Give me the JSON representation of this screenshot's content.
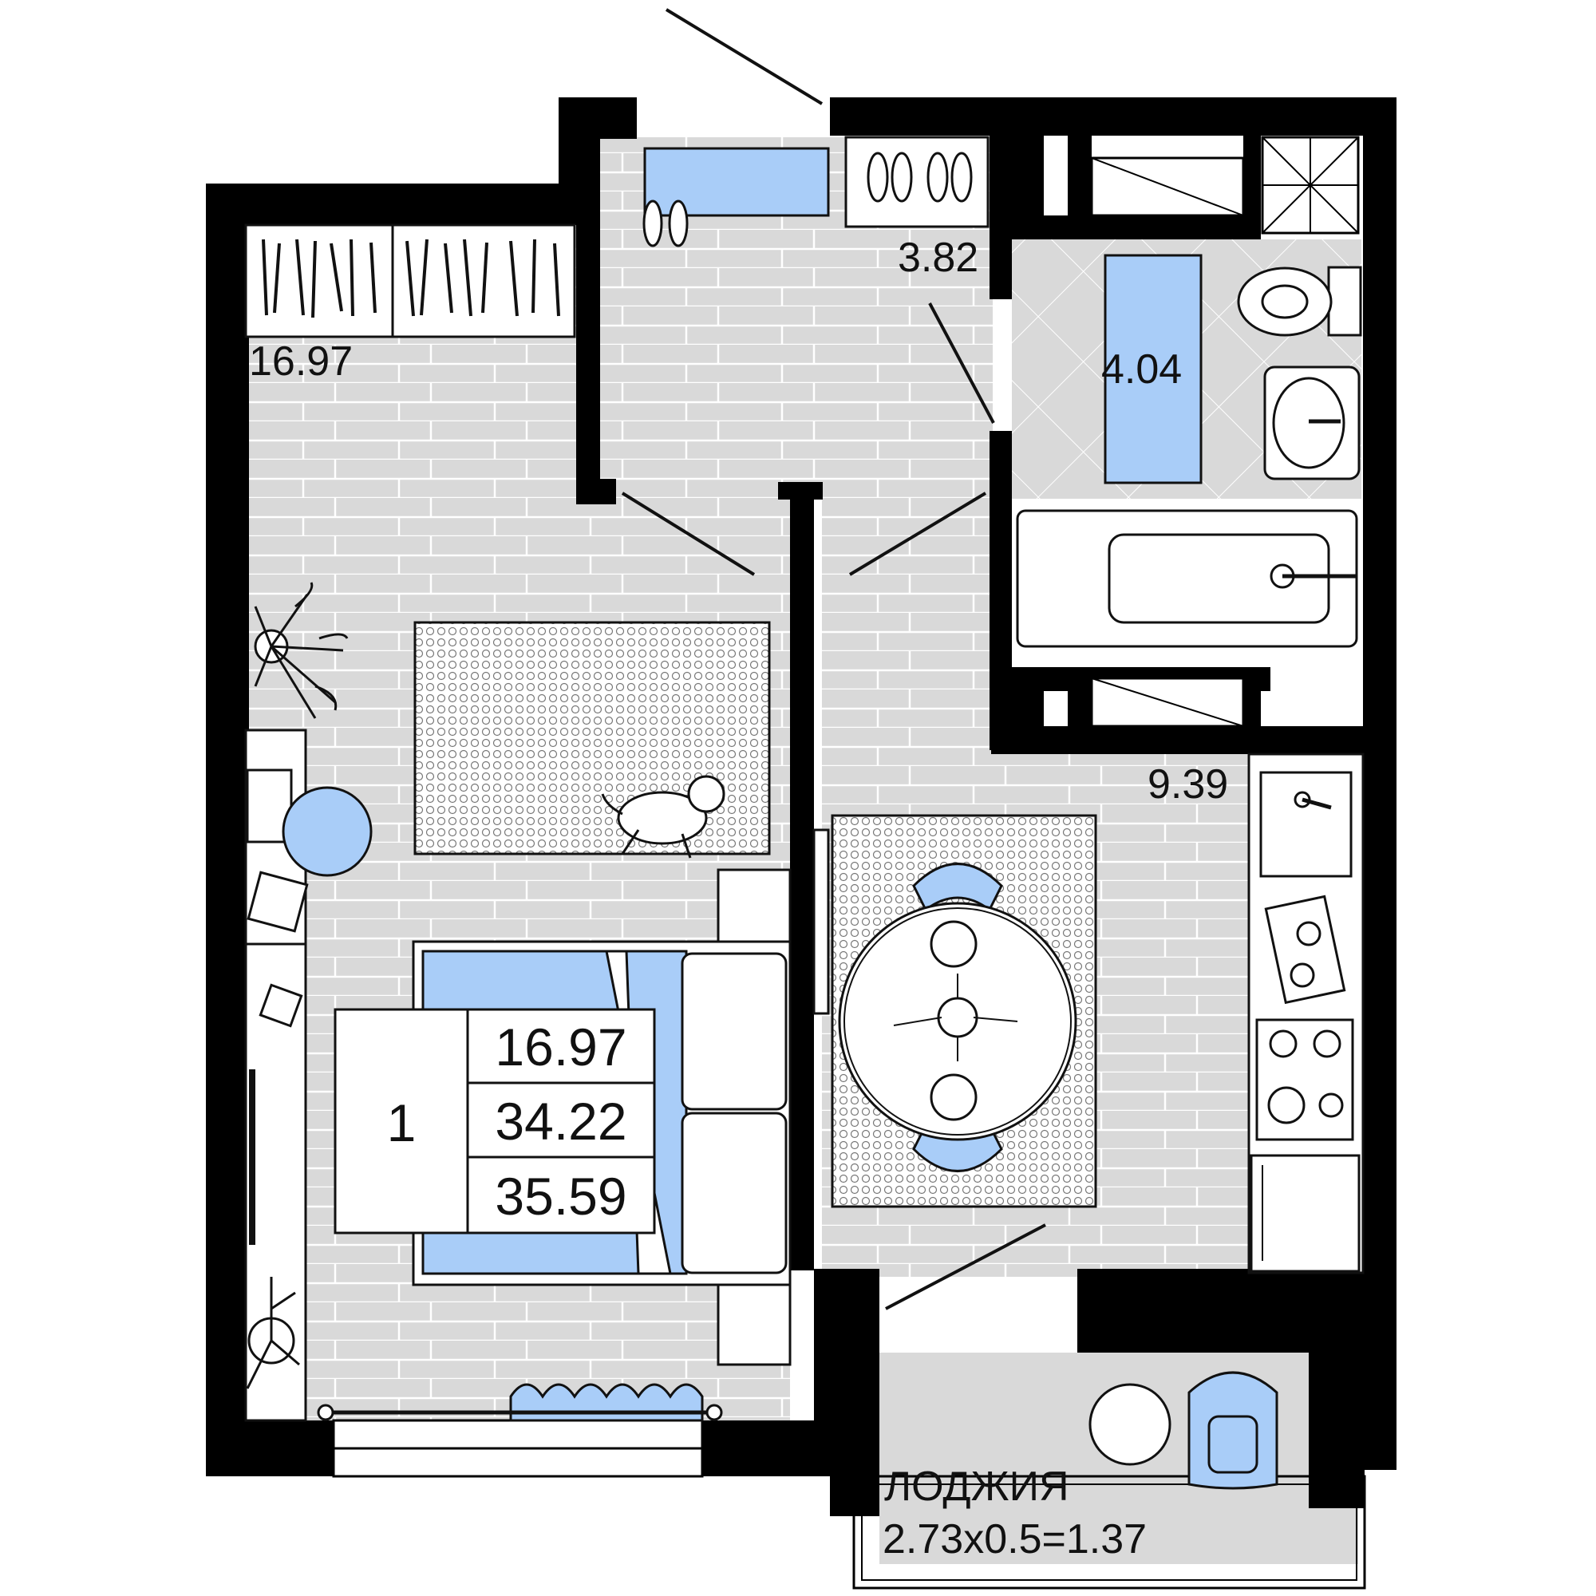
{
  "rooms": {
    "living_area": "16.97",
    "hall_area": "3.82",
    "bathroom_area": "4.04",
    "kitchen_area": "9.39"
  },
  "loggia": {
    "label": "ЛОДЖИЯ",
    "formula": "2.73x0.5=1.37"
  },
  "summary": {
    "rooms_count": "1",
    "living_total": "16.97",
    "total_area": "34.22",
    "total_with_loggia": "35.59"
  },
  "colors": {
    "wall": "#000000",
    "floor": "#d9d9d9",
    "accent_blue": "#a9cdf8",
    "line": "#111111"
  }
}
